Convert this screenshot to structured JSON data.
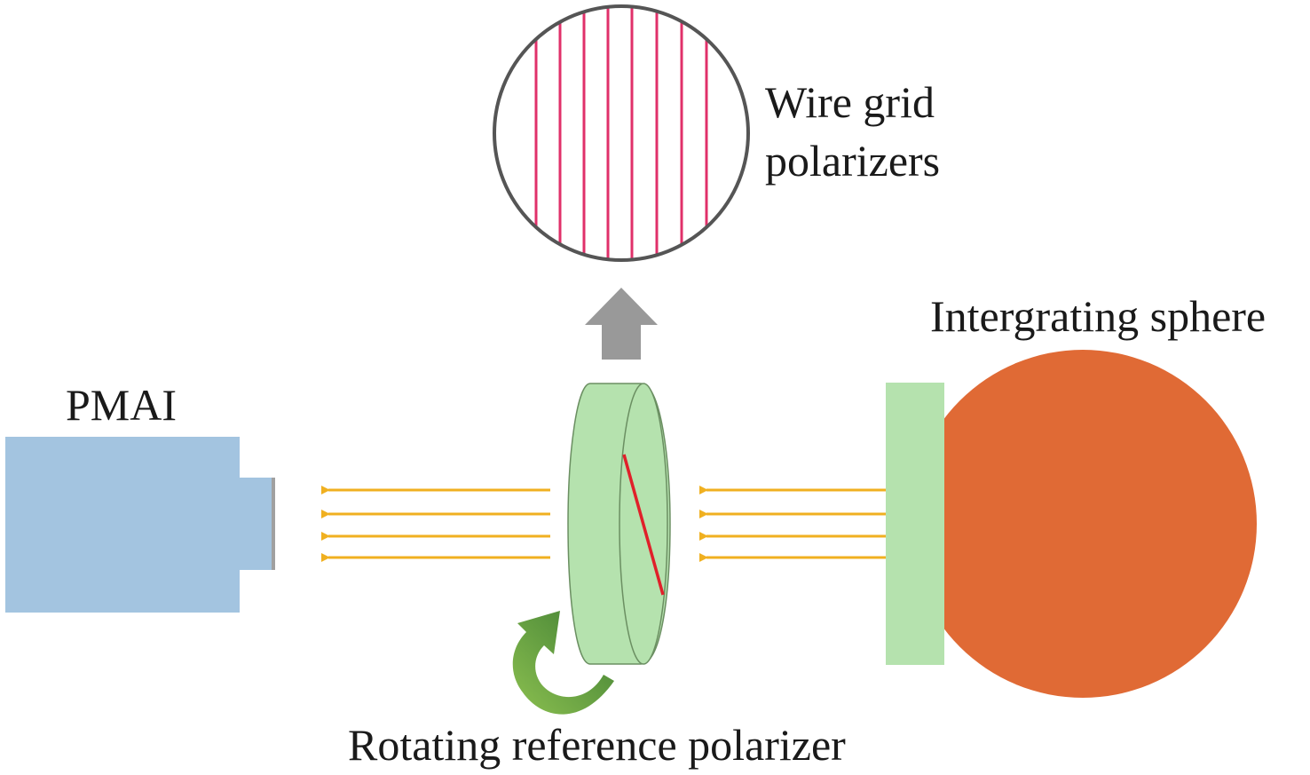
{
  "labels": {
    "wire_grid_line1": "Wire grid",
    "wire_grid_line2": "polarizers",
    "sphere": "Intergrating sphere",
    "camera": "PMAI",
    "reference_polarizer": "Rotating reference polarizer"
  },
  "colors": {
    "camera_body": "#a3c4e0",
    "camera_lens": "#a0a0a0",
    "light_ray": "#f0b020",
    "polarizer_green": "#b5e2ae",
    "polarizer_axis": "#e0202a",
    "wire_lines": "#e0306a",
    "grid_outline": "#555555",
    "sphere": "#e06a35",
    "sphere_port": "#b5e2ae",
    "up_arrow": "#999999",
    "rotation_arrow": "#4f9a3c"
  },
  "icons": {
    "up_arrow": "up-arrow-icon",
    "rotation_arrow": "rotation-arrow-icon",
    "ray_arrow": "left-arrow-icon"
  }
}
